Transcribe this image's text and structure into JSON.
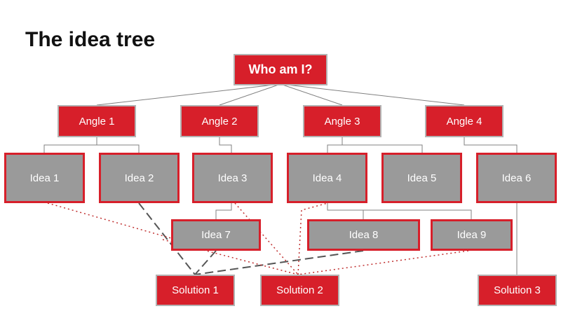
{
  "title": "The idea tree",
  "colors": {
    "node_red": "#d71f2a",
    "node_grey": "#9a9a9a",
    "connector": "#808080"
  },
  "nodes": {
    "root": "Who am I?",
    "angles": [
      "Angle 1",
      "Angle 2",
      "Angle 3",
      "Angle 4"
    ],
    "ideas": [
      "Idea 1",
      "Idea 2",
      "Idea 3",
      "Idea 4",
      "Idea 5",
      "Idea 6",
      "Idea 7",
      "Idea 8",
      "Idea 9"
    ],
    "solutions": [
      "Solution 1",
      "Solution 2",
      "Solution 3"
    ]
  }
}
